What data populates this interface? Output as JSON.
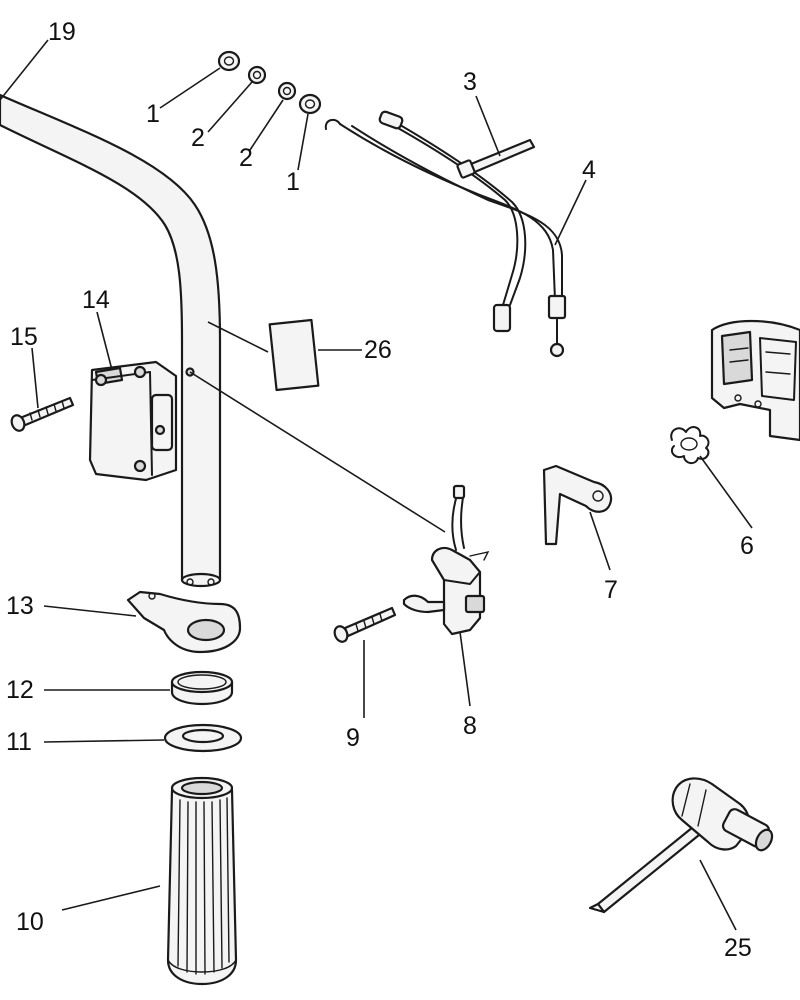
{
  "diagram": {
    "callouts": [
      {
        "id": "c19",
        "label": "19"
      },
      {
        "id": "c1a",
        "label": "1"
      },
      {
        "id": "c2a",
        "label": "2"
      },
      {
        "id": "c2b",
        "label": "2"
      },
      {
        "id": "c1b",
        "label": "1"
      },
      {
        "id": "c3",
        "label": "3"
      },
      {
        "id": "c4",
        "label": "4"
      },
      {
        "id": "c14",
        "label": "14"
      },
      {
        "id": "c15",
        "label": "15"
      },
      {
        "id": "c26",
        "label": "26"
      },
      {
        "id": "c6",
        "label": "6"
      },
      {
        "id": "c7",
        "label": "7"
      },
      {
        "id": "c13",
        "label": "13"
      },
      {
        "id": "c12",
        "label": "12"
      },
      {
        "id": "c11",
        "label": "11"
      },
      {
        "id": "c9",
        "label": "9"
      },
      {
        "id": "c8",
        "label": "8"
      },
      {
        "id": "c10",
        "label": "10"
      },
      {
        "id": "c25",
        "label": "25"
      }
    ]
  }
}
